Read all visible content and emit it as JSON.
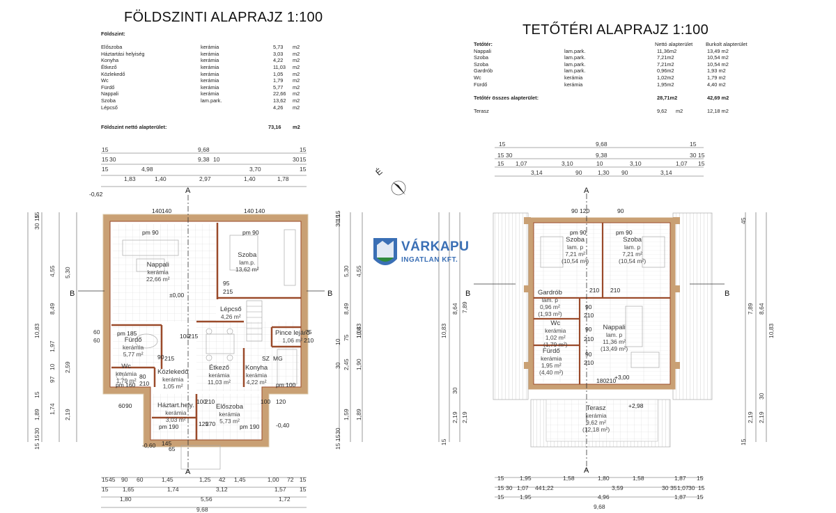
{
  "ground": {
    "title": "FÖLDSZINTI ALAPRAJZ 1:100",
    "table_heading": "Földszint:",
    "rows": [
      {
        "name": "Előszoba",
        "material": "kerámia",
        "area": "5,73",
        "unit": "m2"
      },
      {
        "name": "Háztartási helyiség",
        "material": "kerámia",
        "area": "3,03",
        "unit": "m2"
      },
      {
        "name": "Konyha",
        "material": "kerámia",
        "area": "4,22",
        "unit": "m2"
      },
      {
        "name": "Étkező",
        "material": "kerámia",
        "area": "11,03",
        "unit": "m2"
      },
      {
        "name": "Közlekedő",
        "material": "kerámia",
        "area": "1,05",
        "unit": "m2"
      },
      {
        "name": "Wc",
        "material": "kerámia",
        "area": "1,79",
        "unit": "m2"
      },
      {
        "name": "Fürdő",
        "material": "kerámia",
        "area": "5,77",
        "unit": "m2"
      },
      {
        "name": "Nappali",
        "material": "kerámia",
        "area": "22,66",
        "unit": "m2"
      },
      {
        "name": "Szoba",
        "material": "lam.park.",
        "area": "13,62",
        "unit": "m2"
      },
      {
        "name": "Lépcső",
        "material": "",
        "area": "4,26",
        "unit": "m2"
      }
    ],
    "total_label": "Földszint nettó alapterület:",
    "total_value": "73,16",
    "total_unit": "m2",
    "top_dims": {
      "r1": [
        "15",
        "9,68",
        "15"
      ],
      "r2": [
        "15",
        "30",
        "9,38",
        "10",
        "30",
        "15"
      ],
      "r3": [
        "15",
        "4,98",
        "3,70",
        "15"
      ],
      "r4": [
        "1,83",
        "1,40",
        "2,97",
        "1,40",
        "1,78"
      ]
    },
    "left_dims": [
      "15",
      "30",
      "15",
      "4,55",
      "5,30",
      "8,49",
      "10,83",
      "60",
      "60",
      "1,97",
      "2,59",
      "10",
      "97",
      "15",
      "1,74",
      "1,89",
      "2,19",
      "15",
      "30",
      "15"
    ],
    "right_dims": [
      "15",
      "30",
      "15",
      "4,55",
      "5,30",
      "8,49",
      "10,83",
      "10",
      "75",
      "1,04",
      "30",
      "2,45",
      "1,90",
      "1,59",
      "1,89",
      "15",
      "30",
      "15"
    ],
    "bottom_dims": {
      "r1": [
        "15",
        "45",
        "90",
        "60",
        "1,45",
        "1,25",
        "42",
        "1,45",
        "1,00",
        "72",
        "15"
      ],
      "r2": [
        "15",
        "1,65",
        "1,74",
        "3,12",
        "1,57",
        "15"
      ],
      "r3": [
        "1,80",
        "5,56",
        "1,72"
      ],
      "r4": [
        "9,68"
      ]
    },
    "levels": [
      "-0,62",
      "±0,00",
      "-0,40",
      "-0,60"
    ],
    "section_labels": [
      "A",
      "A",
      "B",
      "B"
    ],
    "rooms": [
      {
        "name": "Nappali",
        "mat": "kerámia",
        "area": "22,66 m²"
      },
      {
        "name": "Szoba",
        "mat": "lam.p.",
        "area": "13,62 m²"
      },
      {
        "name": "Lépcső",
        "mat": "",
        "area": "4,26 m²"
      },
      {
        "name": "Fürdő",
        "mat": "kerámia",
        "area": "5,77 m²"
      },
      {
        "name": "Wc",
        "mat": "kerámia",
        "area": "1,79 m²"
      },
      {
        "name": "Közlekedő",
        "mat": "kerámia",
        "area": "1,05 m²"
      },
      {
        "name": "Étkező",
        "mat": "kerámia",
        "area": "11,03 m²"
      },
      {
        "name": "Konyha",
        "mat": "kerámia",
        "area": "4,22 m²"
      },
      {
        "name": "Pince lejáró",
        "mat": "",
        "area": "1,06 m²"
      },
      {
        "name": "Háztart.hely.",
        "mat": "kerámia",
        "area": "3,03 m²"
      },
      {
        "name": "Előszoba",
        "mat": "kerámia",
        "area": "5,73 m²"
      }
    ],
    "inner_labels": [
      "pm 90",
      "pm 90",
      "pm 185",
      "pm 160",
      "pm 100",
      "pm 190",
      "pm 190",
      "140",
      "140",
      "140",
      "140",
      "95",
      "215",
      "100",
      "215",
      "90",
      "215",
      "80",
      "210",
      "75",
      "210",
      "100",
      "210",
      "125",
      "270",
      "145",
      "65",
      "60",
      "90",
      "100",
      "120",
      "MG",
      "SZ"
    ]
  },
  "attic": {
    "title": "TETŐTÉRI ALAPRAJZ 1:100",
    "table_heading": "Tetőtér:",
    "col1": "Nettó alapterület",
    "col2": "Burkolt alapterület",
    "rows": [
      {
        "name": "Nappali",
        "material": "lam.park.",
        "net": "11,36m2",
        "cov": "13,49 m2"
      },
      {
        "name": "Szoba",
        "material": "lam.park.",
        "net": "7,21m2",
        "cov": "10,54 m2"
      },
      {
        "name": "Szoba",
        "material": "lam.park.",
        "net": "7,21m2",
        "cov": "10,54 m2"
      },
      {
        "name": "Gardrób",
        "material": "lam.park.",
        "net": "0,96m2",
        "cov": "1,93 m2"
      },
      {
        "name": "Wc",
        "material": "kerámia",
        "net": "1,02m2",
        "cov": "1,79 m2"
      },
      {
        "name": "Fürdő",
        "material": "kerámia",
        "net": "1,95m2",
        "cov": "4,40 m2"
      }
    ],
    "total_label": "Tetőtér összes alapterület:",
    "total_net": "28,71m2",
    "total_cov": "42,69 m2",
    "terrace_label": "Terasz",
    "terrace_net": "9,62",
    "terrace_unit": "m2",
    "terrace_cov": "12,18 m2",
    "top_dims": {
      "r1": [
        "15",
        "9,68",
        "15"
      ],
      "r2": [
        "15",
        "30",
        "9,38",
        "30",
        "15"
      ],
      "r3": [
        "15",
        "1,07",
        "3,10",
        "10",
        "3,10",
        "1,07",
        "15"
      ],
      "r4": [
        "3,14",
        "90",
        "1,30",
        "90",
        "3,14"
      ]
    },
    "left_dims": [
      "10,83",
      "8,64",
      "7,89",
      "30",
      "2,19",
      "2,19",
      "15"
    ],
    "right_dims": [
      "45",
      "8,64",
      "7,89",
      "10,83",
      "30",
      "2,19",
      "2,19",
      "15"
    ],
    "bottom_dims": {
      "r1": [
        "15",
        "1,95",
        "1,58",
        "1,80",
        "1,58",
        "1,87",
        "15"
      ],
      "r2": [
        "15",
        "30",
        "1,07",
        "44",
        "1,22",
        "3,59",
        "30",
        "35",
        "1,07",
        "30",
        "15"
      ],
      "r3": [
        "15",
        "1,95",
        "4,96",
        "1,87",
        "15"
      ],
      "r4": [
        "9,68"
      ]
    },
    "levels": [
      "+3,00",
      "+2,98"
    ],
    "section_labels": [
      "A",
      "A",
      "B",
      "B"
    ],
    "rooms": [
      {
        "name": "Szoba",
        "mat": "lam. p",
        "area": "7,21 m²",
        "cov": "(10,54 m²)"
      },
      {
        "name": "Szoba",
        "mat": "lam. p",
        "area": "7,21 m²",
        "cov": "(10,54 m²)"
      },
      {
        "name": "Gardrób",
        "mat": "lam. p",
        "area": "0,96 m²",
        "cov": "(1,93 m²)"
      },
      {
        "name": "Wc",
        "mat": "kerámia",
        "area": "1,02 m²",
        "cov": "(1,79 m²)"
      },
      {
        "name": "Fürdő",
        "mat": "kerámia",
        "area": "1,95 m²",
        "cov": "(4,40 m²)"
      },
      {
        "name": "Nappali",
        "mat": "lam. p",
        "area": "11,36 m²",
        "cov": "(13,49 m²)"
      },
      {
        "name": "Terasz",
        "mat": "kerámia",
        "area": "9,62 m²",
        "cov": "(12,18 m²)"
      }
    ],
    "inner_labels": [
      "pm 90",
      "pm 90",
      "90",
      "120",
      "90",
      "210",
      "210",
      "90",
      "210",
      "90",
      "210",
      "90",
      "210",
      "180",
      "210"
    ]
  },
  "north": "É",
  "logo": {
    "line1": "VÁRKAPU",
    "line2": "INGATLAN KFT."
  },
  "colors": {
    "wall": "#c9a074",
    "wall_dark": "#9a4a2a",
    "logo_blue": "#3a6fb5",
    "roof": "#b5b5b5"
  }
}
